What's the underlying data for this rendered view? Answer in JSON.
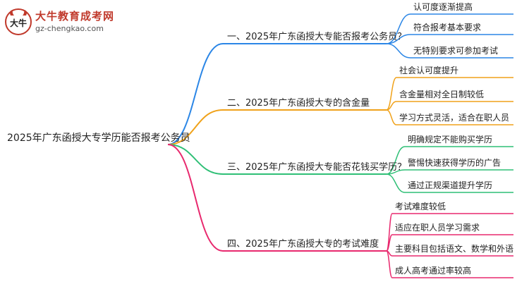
{
  "site": {
    "name": "大牛教育成考网",
    "url": "gz-chengkao.com",
    "logo_glyph": "大牛"
  },
  "root": {
    "label": "2025年广东函授大专学历能否报考公务员"
  },
  "branches": [
    {
      "label": "一、2025年广东函授大专能否报考公务员？",
      "color": "#2b86e6",
      "leaves": [
        "认可度逐渐提高",
        "符合报考基本要求",
        "无特别要求可参加考试"
      ]
    },
    {
      "label": "二、2025年广东函授大专的含金量",
      "color": "#f0a21a",
      "leaves": [
        "社会认可度提升",
        "含金量相对全日制较低",
        "学习方式灵活，适合在职人员"
      ]
    },
    {
      "label": "三、2025年广东函授大专能否花钱买学历？",
      "color": "#2fbf76",
      "leaves": [
        "明确规定不能购买学历",
        "警惕快速获得学历的广告",
        "通过正规渠道提升学历"
      ]
    },
    {
      "label": "四、2025年广东函授大专的考试难度",
      "color": "#e8296e",
      "leaves": [
        "考试难度较低",
        "适应在职人员学习需求",
        "主要科目包括语文、数学和外语",
        "成人高考通过率较高"
      ]
    }
  ]
}
